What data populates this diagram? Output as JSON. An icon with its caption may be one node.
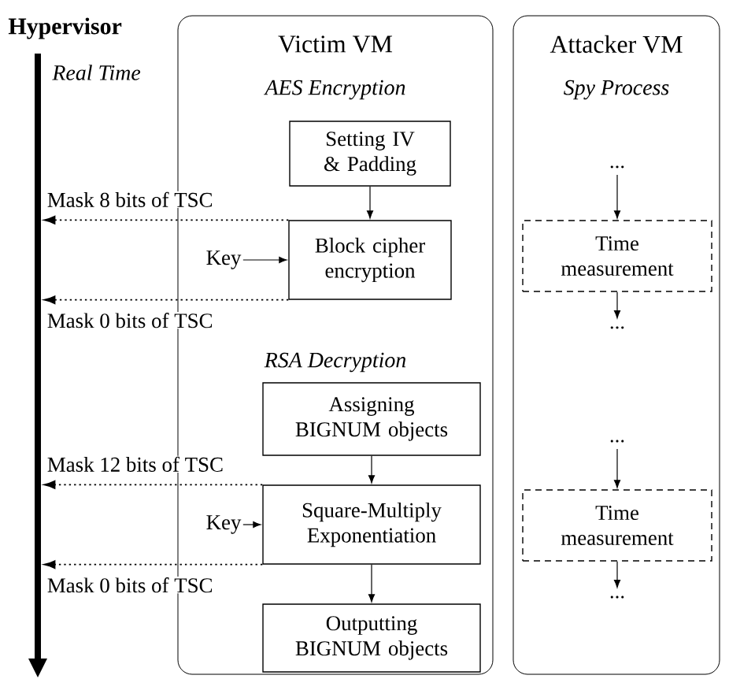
{
  "diagram": {
    "nodes": [
      {
        "text": [
          "Victim VM"
        ]
      },
      {
        "text": [
          "Attacker VM"
        ]
      },
      {
        "text": [
          "Setting IV & Padding"
        ],
        "in": 0
      },
      {
        "text": [
          "Block cipher encryption"
        ],
        "in": 0
      },
      {
        "text": [
          "Assigning BIGNUM objects"
        ],
        "in": 0
      },
      {
        "text": [
          "Square-Multiply Exponentiation"
        ],
        "in": 0
      },
      {
        "text": [
          "Outputting BIGNUM objects"
        ],
        "in": 0
      },
      {
        "text": [
          "Time measurement"
        ],
        "in": 1
      },
      {
        "text": [
          "Time measurement"
        ],
        "in": 1
      },
      {
        "text": [
          "Key"
        ],
        "in": 0
      },
      {
        "text": [
          "Key"
        ],
        "in": 0
      },
      {
        "text": [
          "..."
        ],
        "in": 1
      },
      {
        "text": [
          "..."
        ],
        "in": 1
      },
      {
        "text": [
          "..."
        ],
        "in": 1
      },
      {
        "text": [
          "..."
        ],
        "in": 1
      },
      {
        "text": [],
        "shape": "bar",
        "beside": [
          "Hypervisor",
          "Real Time"
        ]
      }
    ],
    "edges": [
      {
        "from": 3,
        "to": 15,
        "arrow": "to",
        "label": "Mask 8 bits of TSC",
        "style": "dashed"
      },
      {
        "from": 3,
        "to": 15,
        "arrow": "to",
        "label": "Mask 0 bits of TSC",
        "style": "dashed"
      },
      {
        "from": 5,
        "to": 15,
        "arrow": "to",
        "label": "Mask 12 bits of TSC",
        "style": "dashed"
      },
      {
        "from": 5,
        "to": 15,
        "arrow": "to",
        "label": "Mask 0 bits of TSC",
        "style": "dashed"
      },
      {
        "from": 2,
        "to": 3,
        "arrow": "to"
      },
      {
        "from": 4,
        "to": 5,
        "arrow": "to"
      },
      {
        "from": 5,
        "to": 6,
        "arrow": "to"
      },
      {
        "from": 9,
        "to": 3,
        "arrow": "to"
      },
      {
        "from": 10,
        "to": 5,
        "arrow": "to"
      },
      {
        "from": 11,
        "to": 7,
        "arrow": "to"
      },
      {
        "from": 7,
        "to": 12,
        "arrow": "to"
      },
      {
        "from": 13,
        "to": 8,
        "arrow": "to"
      },
      {
        "from": 8,
        "to": 14,
        "arrow": "to"
      }
    ],
    "labels": [
      "AES Encryption",
      "RSA Decryption",
      "Spy Process"
    ]
  }
}
